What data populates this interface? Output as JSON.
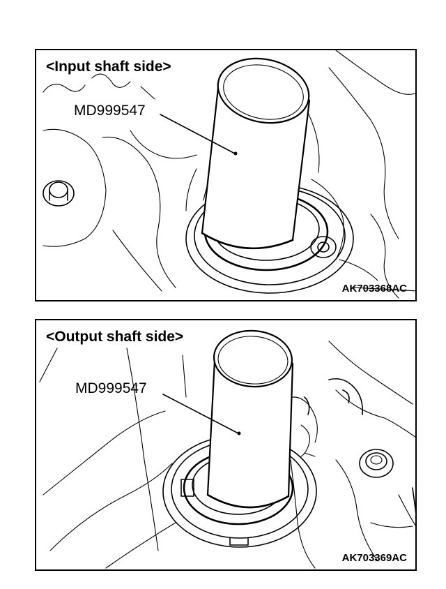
{
  "panels": [
    {
      "heading": "<Input shaft side>",
      "tool_label": "MD999547",
      "figure_id": "AK703368AC"
    },
    {
      "heading": "<Output shaft side>",
      "tool_label": "MD999547",
      "figure_id": "AK703369AC"
    }
  ]
}
